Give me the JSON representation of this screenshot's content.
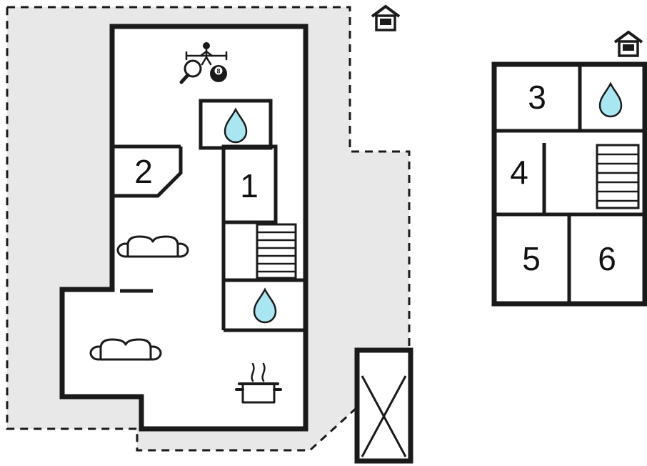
{
  "labels": {
    "room1": "1",
    "room2": "2",
    "room3": "3",
    "room4": "4",
    "room5": "5",
    "room6": "6",
    "eight_ball": "8"
  },
  "colors": {
    "terrace_fill": "#e8e8e8",
    "water_drop_fill": "#a8e6f2",
    "wall": "#1a1a1a"
  },
  "icons": {
    "water_drop": "teardrop",
    "stairs": "rect-with-rungs",
    "sofa": "sofa-top-view",
    "cooking_pot": "pot-with-steam",
    "table_tennis_paddle": "circle-with-handle",
    "eight_ball": "black-billiard-ball",
    "player_figure": "stick-figure-on-bar",
    "entrance_house": "house-with-door-marker",
    "carport": "box-with-x-cross"
  }
}
